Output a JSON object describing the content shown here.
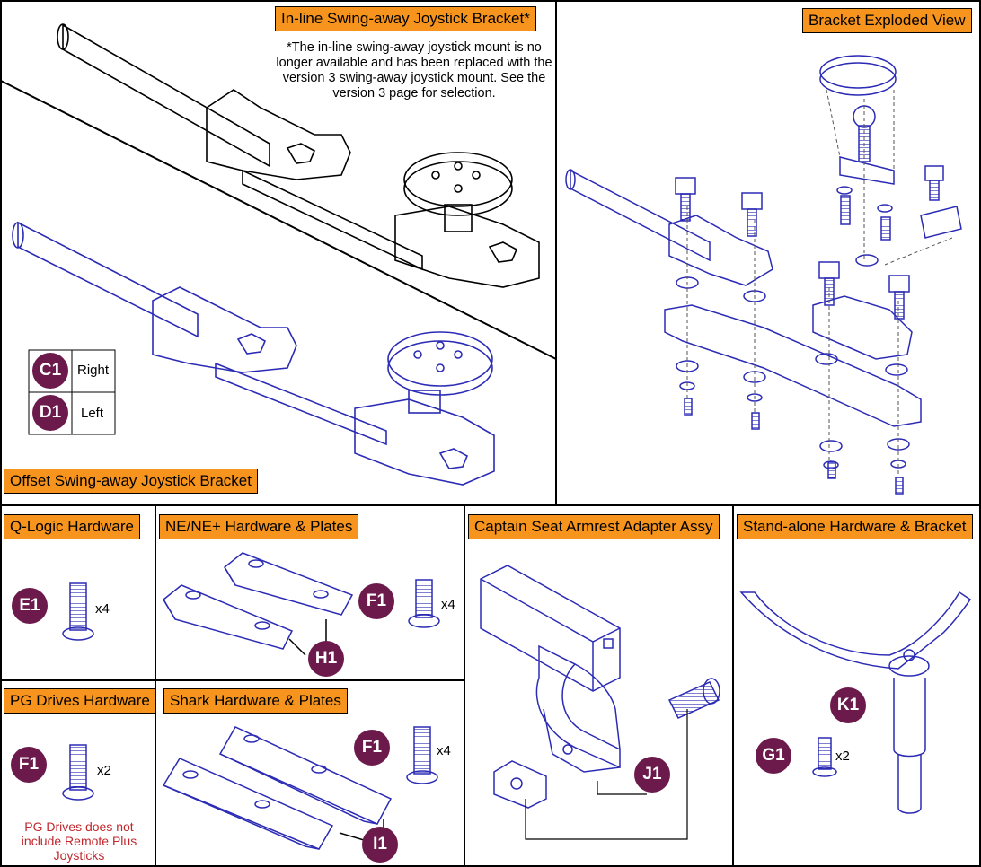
{
  "sections": {
    "inline": {
      "title": "In-line Swing-away Joystick Bracket*",
      "note": "*The in-line swing-away joystick mount is no longer available and has been replaced with the version 3 swing-away joystick mount. See the version 3 page for selection."
    },
    "offset": {
      "title": "Offset Swing-away Joystick Bracket"
    },
    "exploded": {
      "title": "Bracket Exploded View"
    },
    "qlogic": {
      "title": "Q-Logic Hardware",
      "callout": "E1",
      "qty": "x4"
    },
    "ne": {
      "title": "NE/NE+ Hardware & Plates",
      "callout_screw": "F1",
      "qty": "x4",
      "callout_plate": "H1"
    },
    "captain": {
      "title": "Captain Seat Armrest Adapter Assy",
      "callout": "J1"
    },
    "standalone": {
      "title": "Stand-alone Hardware & Bracket",
      "callout_post": "K1",
      "callout_screw": "G1",
      "qty": "x2"
    },
    "pg": {
      "title": "PG Drives Hardware",
      "callout": "F1",
      "qty": "x2",
      "note": "PG Drives does not include Remote Plus Joysticks"
    },
    "shark": {
      "title": "Shark Hardware & Plates",
      "callout_screw": "F1",
      "qty": "x4",
      "callout_plate": "I1"
    }
  },
  "legend": [
    {
      "code": "C1",
      "label": "Right"
    },
    {
      "code": "D1",
      "label": "Left"
    }
  ],
  "colors": {
    "accent": "#f7941d",
    "callout": "#6b1a4b",
    "line": "#2b2bb5",
    "red_note": "#c1272d"
  }
}
